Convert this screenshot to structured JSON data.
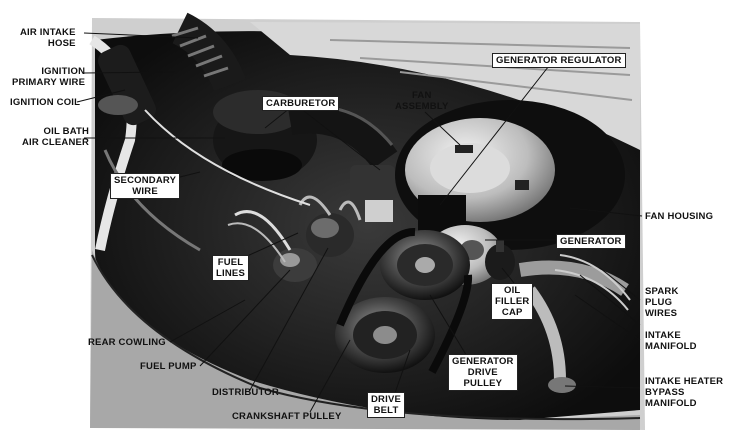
{
  "labels": {
    "air_intake_hose_1": "AIR INTAKE",
    "air_intake_hose_2": "HOSE",
    "ignition_primary_wire_1": "IGNITION",
    "ignition_primary_wire_2": "PRIMARY WIRE",
    "ignition_coil": "IGNITION COIL",
    "oil_bath_1": "OIL BATH",
    "oil_bath_2": "AIR CLEANER",
    "secondary_wire_1": "SECONDARY",
    "secondary_wire_2": "WIRE",
    "carburetor": "CARBURETOR",
    "fan_assembly_1": "FAN",
    "fan_assembly_2": "ASSEMBLY",
    "generator_regulator": "GENERATOR REGULATOR",
    "fan_housing": "FAN HOUSING",
    "generator": "GENERATOR",
    "fuel_lines_1": "FUEL",
    "fuel_lines_2": "LINES",
    "spark_plug_wires_1": "SPARK",
    "spark_plug_wires_2": "PLUG",
    "spark_plug_wires_3": "WIRES",
    "oil_filler_cap_1": "OIL",
    "oil_filler_cap_2": "FILLER",
    "oil_filler_cap_3": "CAP",
    "intake_manifold_1": "INTAKE",
    "intake_manifold_2": "MANIFOLD",
    "rear_cowling": "REAR COWLING",
    "fuel_pump": "FUEL PUMP",
    "distributor": "DISTRIBUTOR",
    "crankshaft_pulley": "CRANKSHAFT PULLEY",
    "drive_belt_1": "DRIVE",
    "drive_belt_2": "BELT",
    "generator_drive_pulley_1": "GENERATOR",
    "generator_drive_pulley_2": "DRIVE",
    "generator_drive_pulley_3": "PULLEY",
    "intake_heater_1": "INTAKE HEATER",
    "intake_heater_2": "BYPASS",
    "intake_heater_3": "MANIFOLD"
  }
}
